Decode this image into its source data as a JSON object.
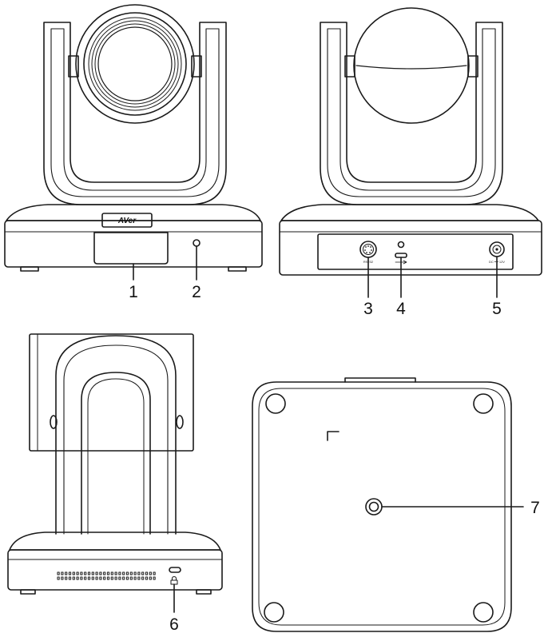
{
  "views": {
    "front": {
      "logo": "AVer",
      "callouts": [
        {
          "id": "1",
          "label": "1"
        },
        {
          "id": "2",
          "label": "2"
        }
      ]
    },
    "back": {
      "port_labels": {
        "rs232": "RS232",
        "dc": "DC ━━ 12V"
      },
      "callouts": [
        {
          "id": "3",
          "label": "3"
        },
        {
          "id": "4",
          "label": "4"
        },
        {
          "id": "5",
          "label": "5"
        }
      ]
    },
    "side": {
      "callouts": [
        {
          "id": "6",
          "label": "6"
        }
      ]
    },
    "bottom": {
      "callouts": [
        {
          "id": "7",
          "label": "7"
        }
      ]
    }
  },
  "colors": {
    "stroke": "#1a1a1a",
    "fill": "#ffffff"
  }
}
